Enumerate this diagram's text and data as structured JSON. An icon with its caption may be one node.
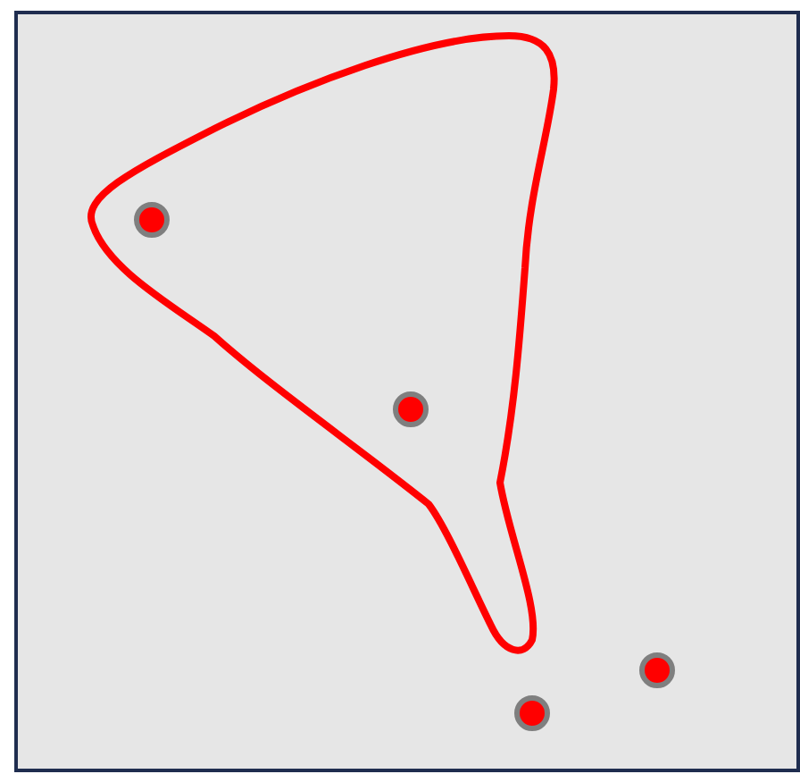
{
  "diagram": {
    "nodes": [
      {
        "text": [],
        "shape": "loop"
      },
      {
        "text": [],
        "shape": "circle",
        "in": 0
      },
      {
        "text": [],
        "shape": "circle",
        "in": 0
      },
      {
        "text": [],
        "shape": "circle"
      },
      {
        "text": [],
        "shape": "circle"
      }
    ]
  }
}
